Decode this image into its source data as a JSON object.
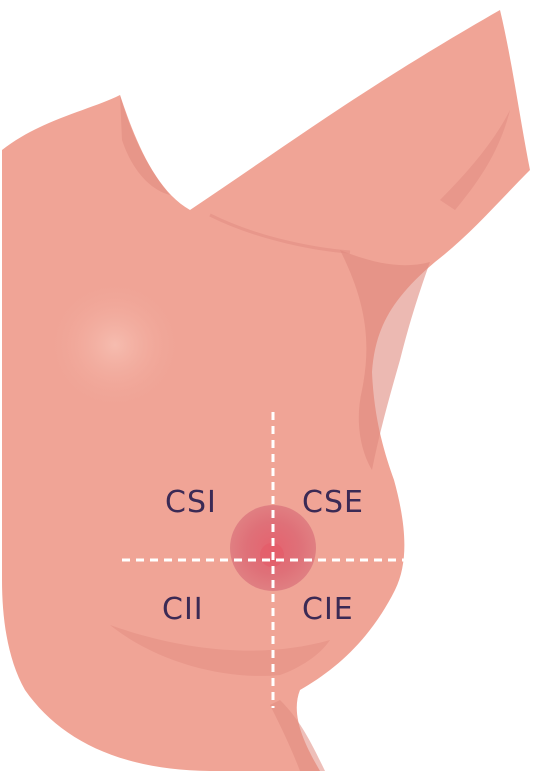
{
  "diagram": {
    "quadrants": {
      "upper_inner": "CSI",
      "upper_outer": "CSE",
      "lower_inner": "CII",
      "lower_outer": "CIE"
    },
    "colors": {
      "skin": "#f0a496",
      "skin_shadow": "#e08a7f",
      "skin_highlight": "#f6b8ab",
      "areola": "#df6f79",
      "nipple": "#e06572",
      "label_text": "#3b2a55",
      "divider": "#ffffff"
    }
  }
}
